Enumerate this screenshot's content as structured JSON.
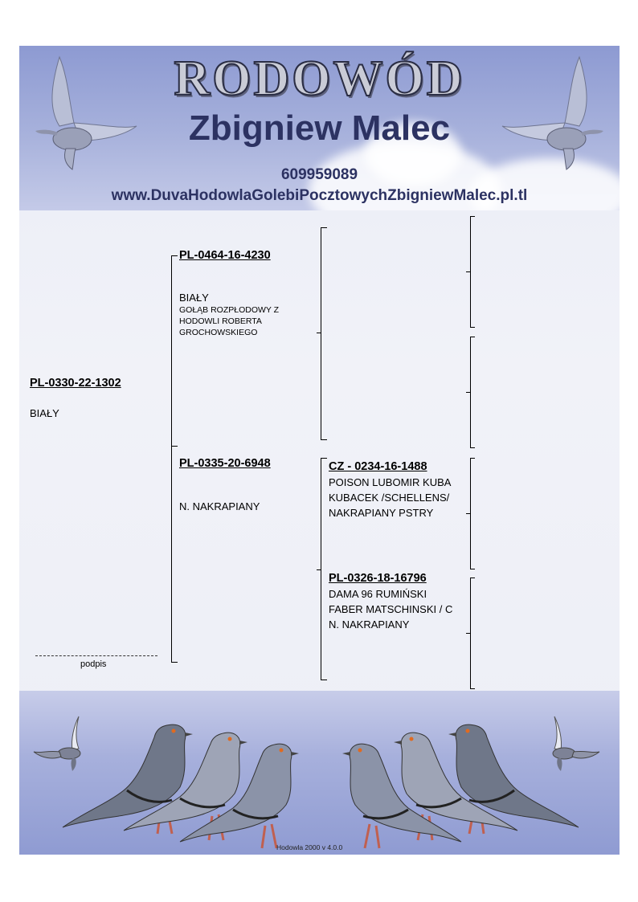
{
  "header": {
    "title": "RODOWÓD",
    "owner": "Zbigniew Malec",
    "phone": "609959089",
    "website": "www.DuvaHodowlaGolebiPocztowychZbigniewMalec.pl.tl"
  },
  "pigeon": {
    "ring": "PL-0330-22-1302",
    "color": "BIAŁY"
  },
  "father": {
    "ring": "PL-0464-16-4230",
    "color": "BIAŁY",
    "note_lines": [
      "GOŁĄB ROZPŁODOWY Z",
      "HODOWLI ROBERTA",
      "GROCHOWSKIEGO"
    ]
  },
  "mother": {
    "ring": "PL-0335-20-6948",
    "color": "N. NAKRAPIANY"
  },
  "mother_father": {
    "ring": "CZ - 0234-16-1488",
    "lines": [
      "POISON LUBOMIR KUBA",
      "KUBACEK /SCHELLENS/",
      "NAKRAPIANY PSTRY"
    ]
  },
  "mother_mother": {
    "ring": "PL-0326-18-16796",
    "lines": [
      "DAMA 96 RUMIŃSKI",
      "FABER MATSCHINSKI / C",
      "N. NAKRAPIANY"
    ]
  },
  "signature": {
    "line": "------------------------------------",
    "label": "podpis"
  },
  "footer": {
    "version": "Hodowla 2000 v 4.0.0"
  },
  "colors": {
    "header_blue": "#8d9ad2",
    "title_navy": "#2c3262",
    "footer_blue": "#8f9bd2"
  },
  "icons": [
    "flying-pigeon-icon",
    "standing-pigeon-icon"
  ]
}
